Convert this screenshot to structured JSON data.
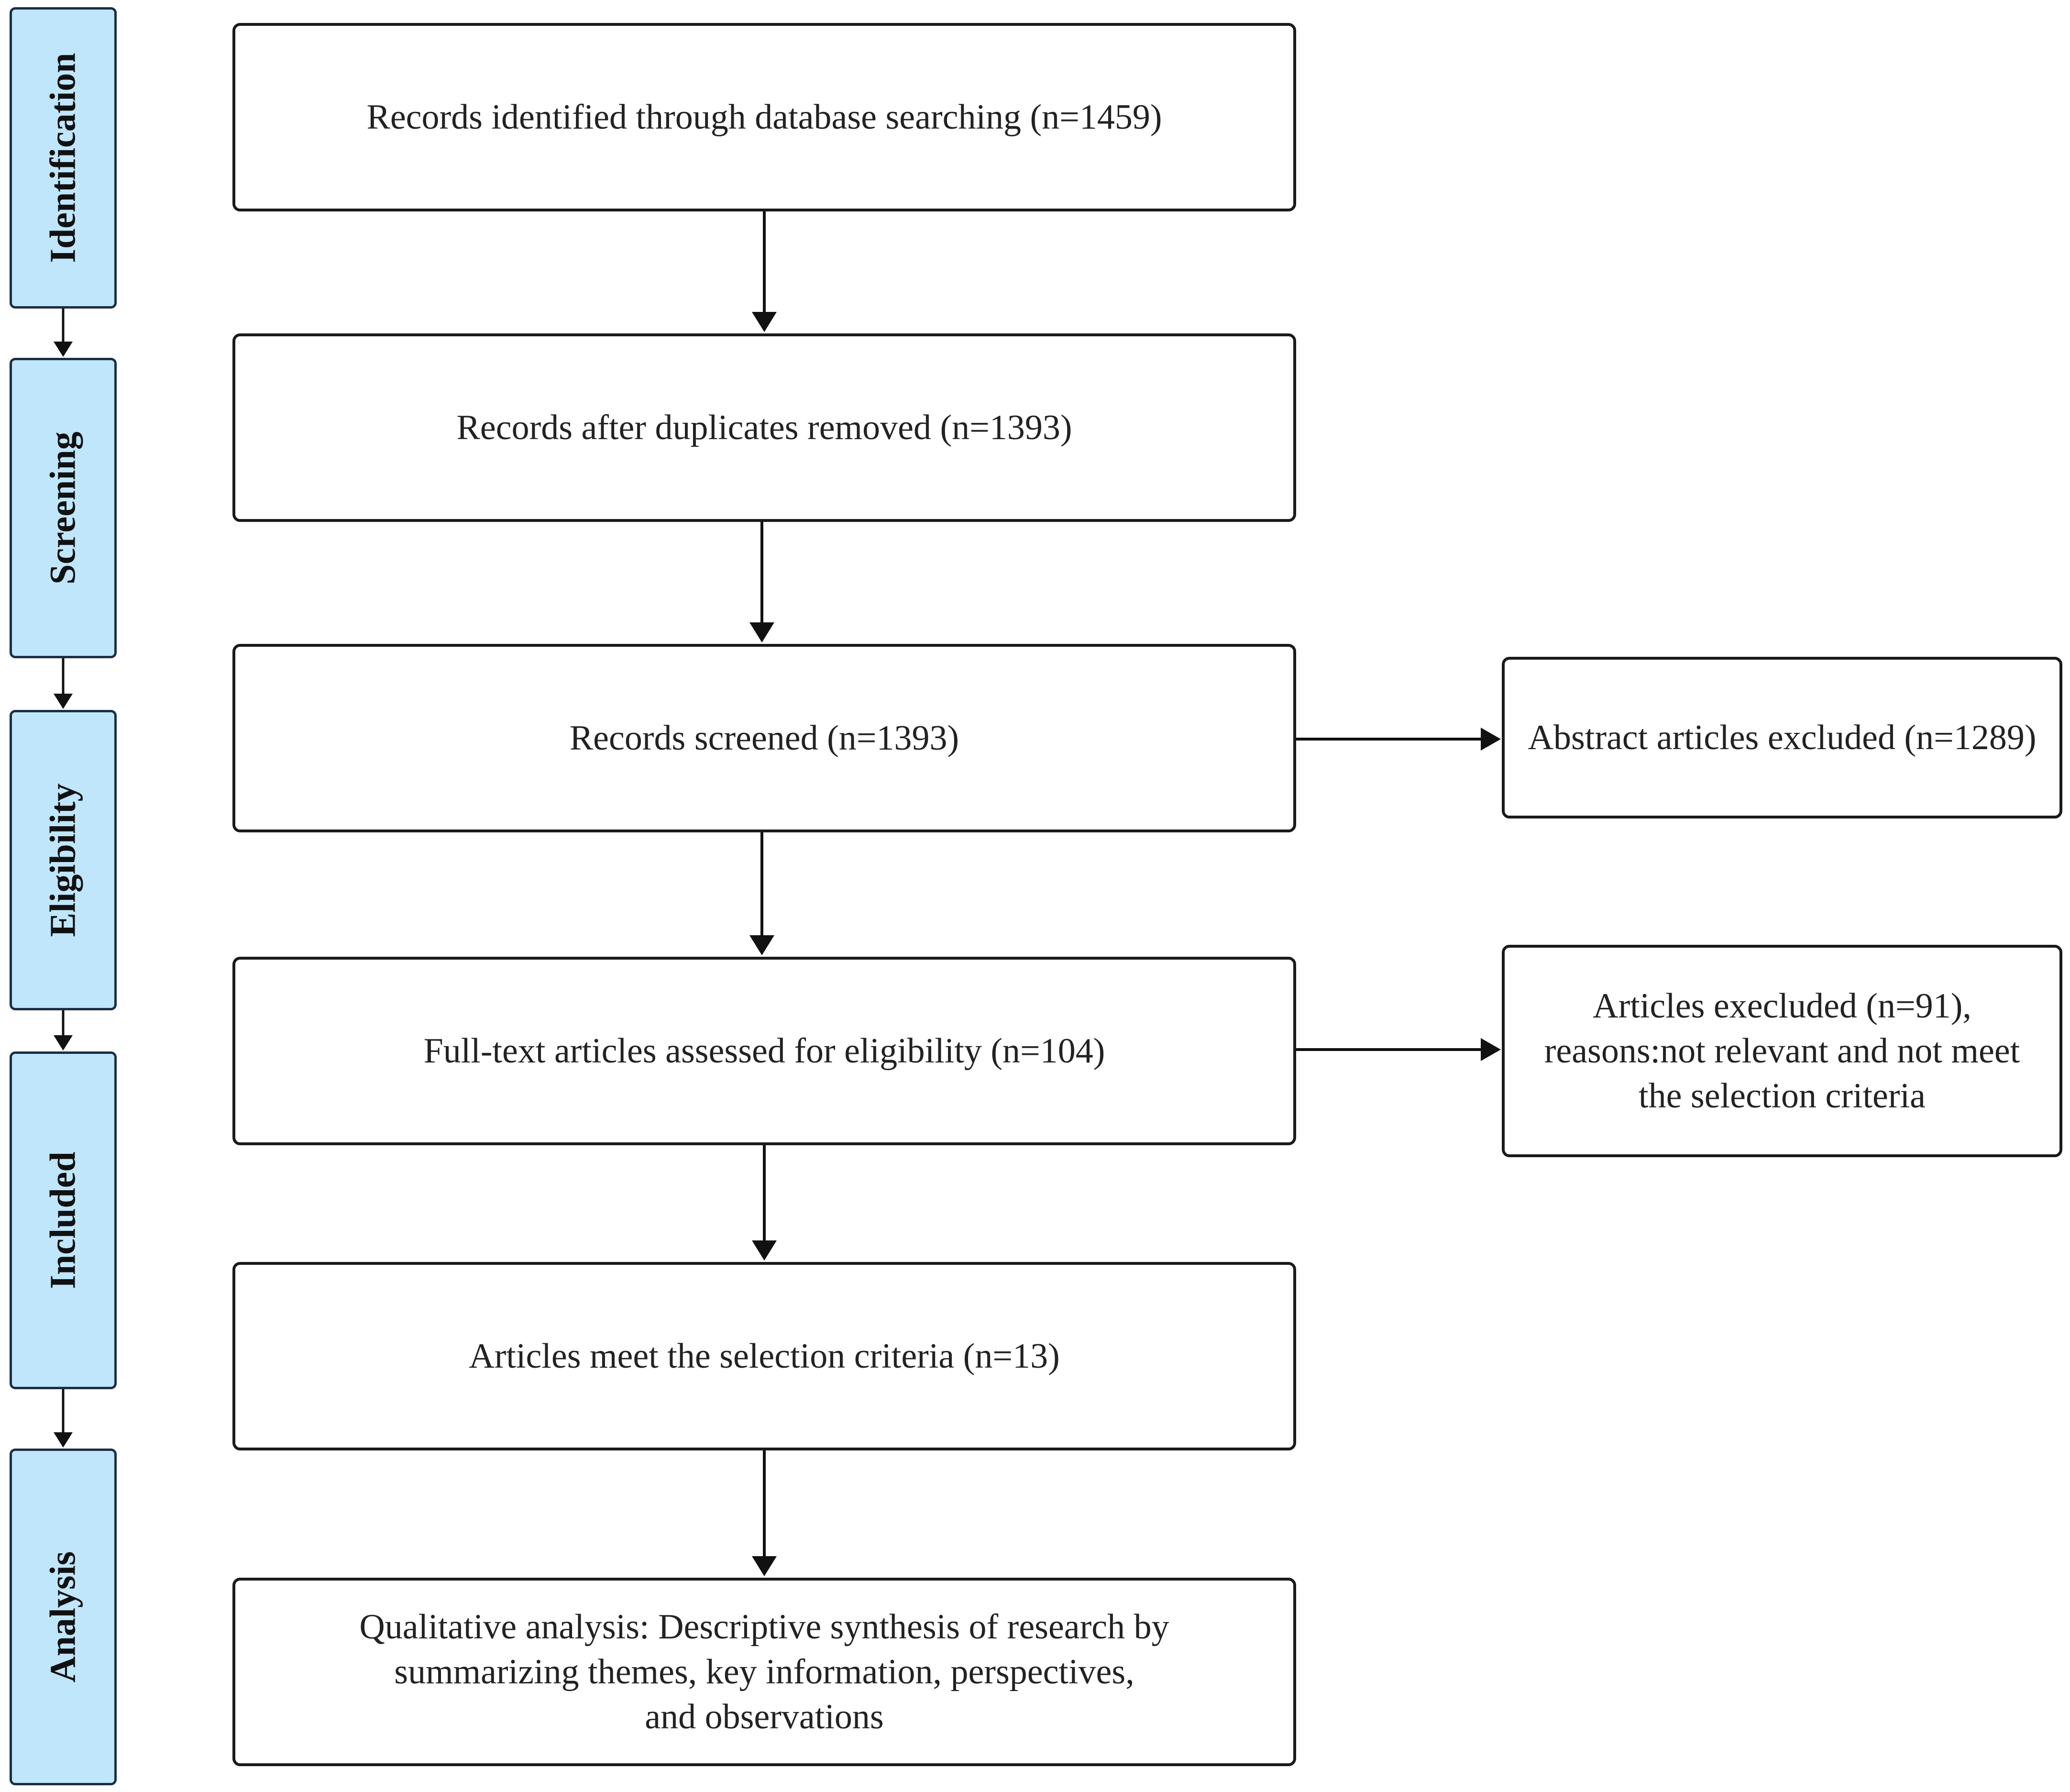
{
  "stages": [
    {
      "label": "Identification"
    },
    {
      "label": "Screening"
    },
    {
      "label": "Eligibility"
    },
    {
      "label": "Included"
    },
    {
      "label": "Analysis"
    }
  ],
  "boxes": {
    "identified": "Records identified through database searching (n=1459)",
    "duplicates_removed": "Records after duplicates removed (n=1393)",
    "screened": "Records screened (n=1393)",
    "full_text": "Full-text articles assessed for eligibility (n=104)",
    "included": "Articles meet the selection criteria  (n=13)",
    "analysis": "Qualitative analysis: Descriptive synthesis of research by\nsummarizing themes, key information, perspectives,\nand observations"
  },
  "side_boxes": {
    "abstract_excluded": "Abstract articles excluded (n=1289)",
    "fulltext_excluded": "Articles execluded (n=91),\nreasons:not relevant and not meet\nthe selection criteria"
  }
}
